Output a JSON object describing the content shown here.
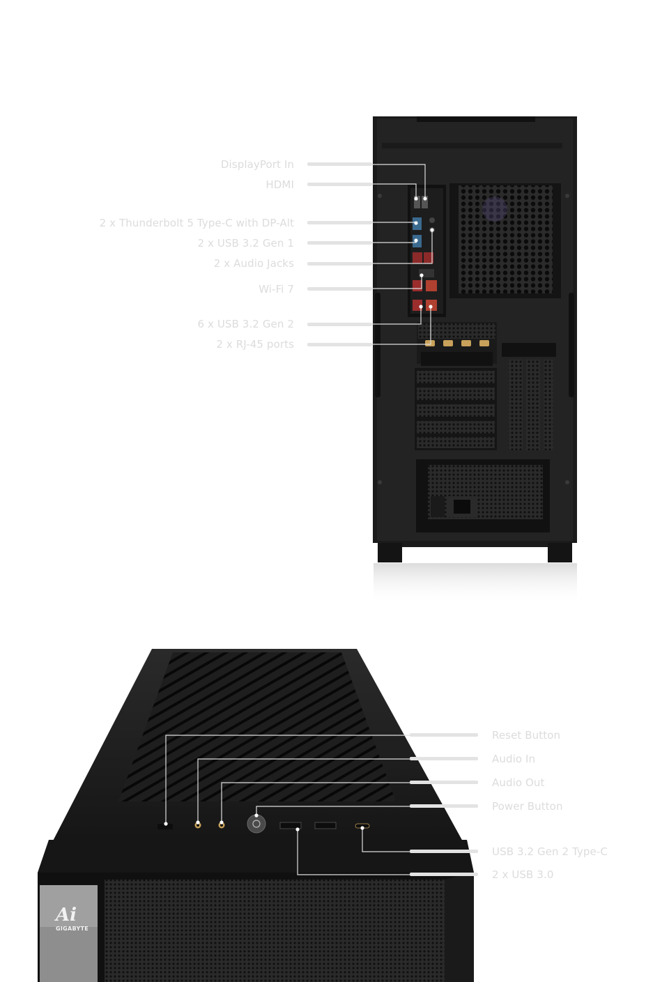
{
  "rear_view": {
    "callouts": [
      {
        "id": "displayport-in",
        "text": "DisplayPort In"
      },
      {
        "id": "hdmi",
        "text": "HDMI"
      },
      {
        "id": "thunderbolt",
        "text": "2 x Thunderbolt 5 Type-C with DP-Alt"
      },
      {
        "id": "usb-32-gen1",
        "text": "2 x USB 3.2 Gen 1"
      },
      {
        "id": "audio-jacks",
        "text": "2 x Audio Jacks"
      },
      {
        "id": "wifi-7",
        "text": "Wi-Fi 7"
      },
      {
        "id": "usb-32-gen2",
        "text": "6 x USB 3.2 Gen 2"
      },
      {
        "id": "rj45",
        "text": "2 x RJ-45 ports"
      }
    ]
  },
  "top_view": {
    "callouts": [
      {
        "id": "reset-button",
        "text": "Reset Button"
      },
      {
        "id": "audio-in",
        "text": "Audio In"
      },
      {
        "id": "audio-out",
        "text": "Audio Out"
      },
      {
        "id": "power-button",
        "text": "Power Button"
      },
      {
        "id": "usb-typec",
        "text": "USB 3.2 Gen 2 Type-C"
      },
      {
        "id": "usb-30",
        "text": "2 x USB 3.0"
      }
    ],
    "brand": {
      "logo_mark": "Ai",
      "logo_text": "GIGABYTE"
    }
  },
  "colors": {
    "case_body": "#1b1b1b",
    "label_text": "#dcdcdc",
    "leader_line": "#e3e3e3",
    "accent_red": "#c0392b",
    "accent_gold": "#c8a15a"
  }
}
